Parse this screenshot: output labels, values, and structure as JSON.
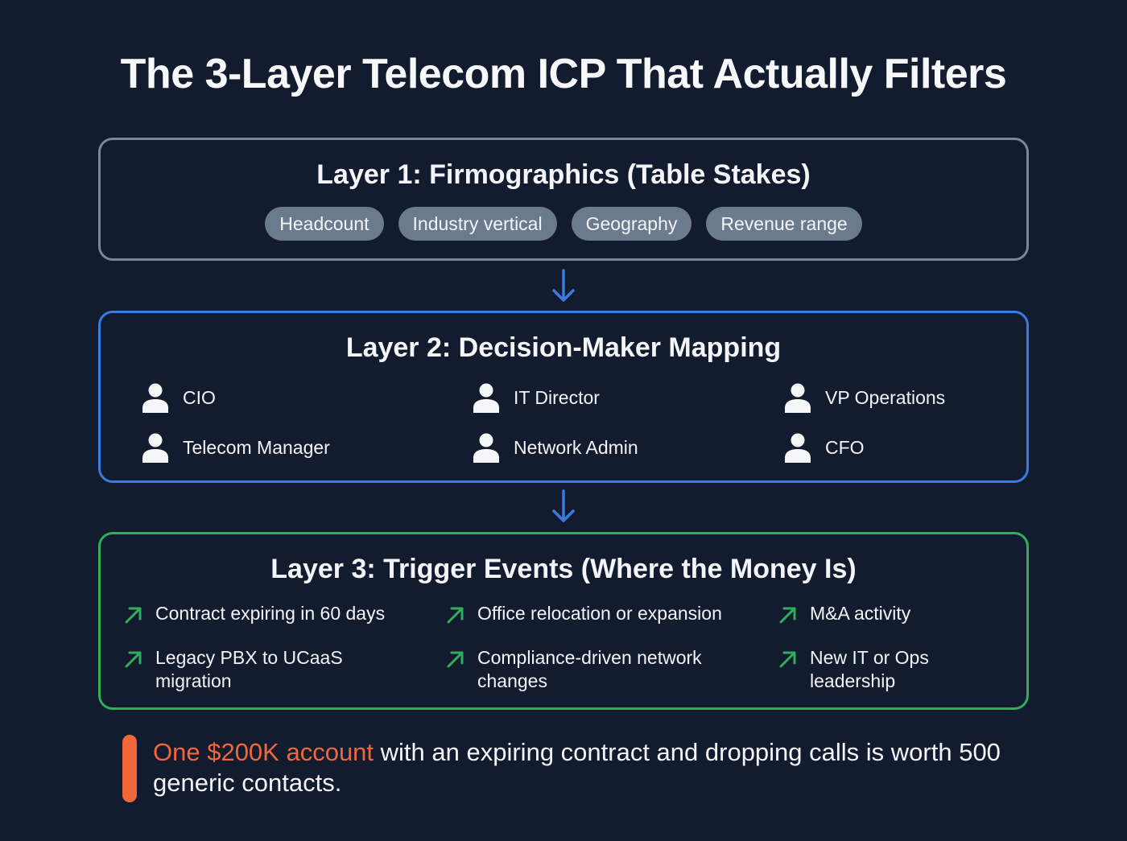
{
  "title": "The 3-Layer Telecom ICP That Actually Filters",
  "colors": {
    "background": "#131b2f",
    "layer1_border": "#7b8799",
    "layer2_border": "#3b7be0",
    "layer3_border": "#2fae5c",
    "chip_bg": "#6c7a8e",
    "arrow": "#3b7be0",
    "trigger_icon": "#2fae5c",
    "callout_accent": "#f0683a"
  },
  "layer1": {
    "title": "Layer 1: Firmographics (Table Stakes)",
    "chips": [
      "Headcount",
      "Industry vertical",
      "Geography",
      "Revenue range"
    ]
  },
  "layer2": {
    "title": "Layer 2: Decision-Maker Mapping",
    "icon": "person-icon",
    "roles": [
      "CIO",
      "IT Director",
      "VP Operations",
      "Telecom Manager",
      "Network Admin",
      "CFO"
    ]
  },
  "layer3": {
    "title": "Layer 3: Trigger Events (Where the Money Is)",
    "icon": "trend-up-arrow-icon",
    "events": [
      "Contract expiring in 60 days",
      "Office relocation or expansion",
      "M&A activity",
      "Legacy PBX to UCaaS migration",
      "Compliance-driven network changes",
      "New IT or Ops leadership"
    ]
  },
  "connectors": [
    "down-arrow-icon",
    "down-arrow-icon"
  ],
  "callout": {
    "highlight": "One $200K account",
    "rest": " with an expiring contract and dropping calls is worth 500 generic contacts."
  }
}
